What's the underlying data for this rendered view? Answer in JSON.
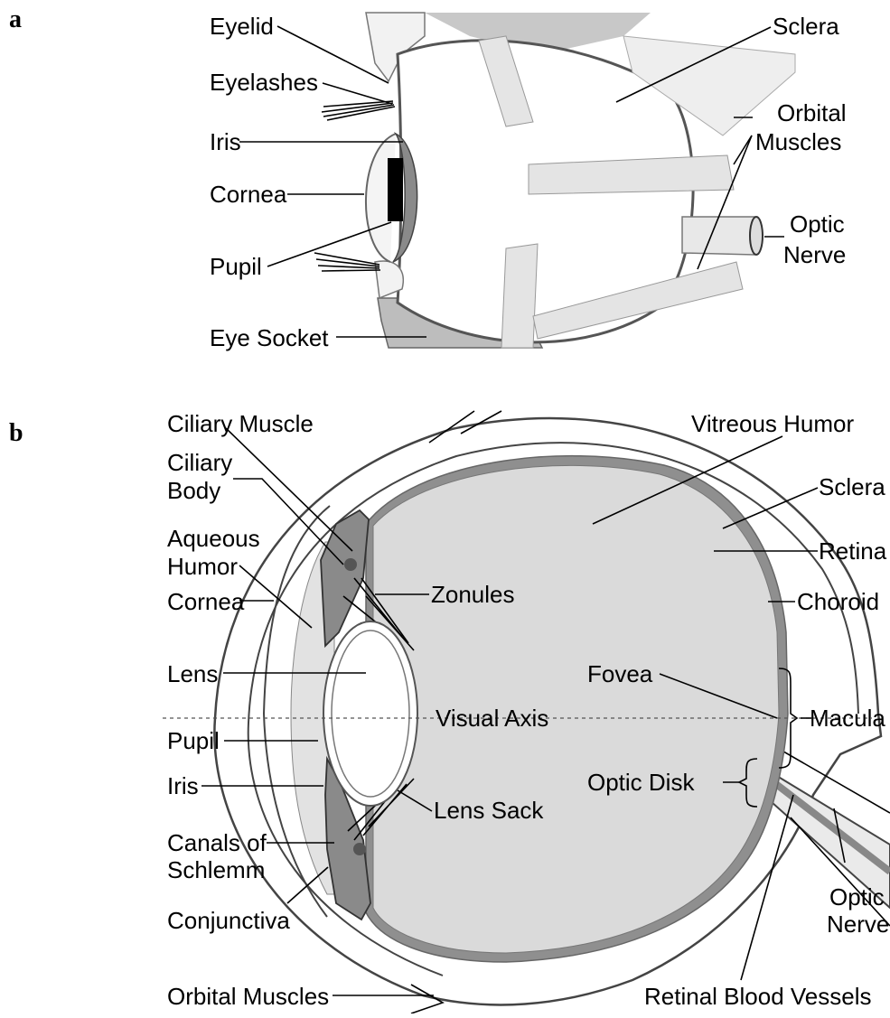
{
  "panel_a": {
    "letter": "a",
    "labels": {
      "eyelid": "Eyelid",
      "eyelashes": "Eyelashes",
      "iris": "Iris",
      "cornea": "Cornea",
      "pupil": "Pupil",
      "eye_socket": "Eye Socket",
      "sclera": "Sclera",
      "orbital_1": "Orbital",
      "orbital_2": "Muscles",
      "optic_1": "Optic",
      "optic_2": "Nerve"
    }
  },
  "panel_b": {
    "letter": "b",
    "labels": {
      "ciliary_muscle": "Ciliary Muscle",
      "ciliary_body_1": "Ciliary",
      "ciliary_body_2": "Body",
      "aqueous_1": "Aqueous",
      "aqueous_2": "Humor",
      "cornea": "Cornea",
      "lens": "Lens",
      "pupil": "Pupil",
      "iris": "Iris",
      "canals_1": "Canals of",
      "canals_2": "Schlemm",
      "conjunctiva": "Conjunctiva",
      "orbital_muscles": "Orbital Muscles",
      "zonules": "Zonules",
      "visual_axis": "Visual Axis",
      "lens_sack": "Lens Sack",
      "vitreous": "Vitreous Humor",
      "sclera": "Sclera",
      "retina": "Retina",
      "choroid": "Choroid",
      "fovea": "Fovea",
      "macula": "Macula",
      "optic_disk": "Optic Disk",
      "optic_nerve_1": "Optic",
      "optic_nerve_2": "Nerve",
      "retinal_vessels": "Retinal Blood Vessels"
    }
  }
}
